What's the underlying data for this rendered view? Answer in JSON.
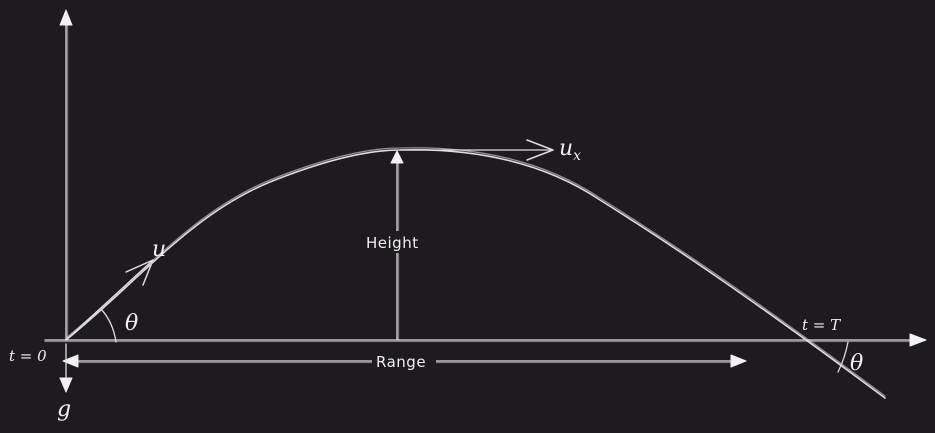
{
  "diagram": {
    "colors": {
      "background": "#1e1b1f",
      "stroke": "#dcdcdc"
    },
    "labels": {
      "velocity": "u",
      "horizontal_velocity_base": "u",
      "horizontal_velocity_sub": "x",
      "launch_angle": "θ",
      "impact_angle": "θ",
      "start_time": "t = 0",
      "end_time": "t = T",
      "gravity": "g",
      "height": "Height",
      "range": "Range"
    },
    "icons": [
      "arrow-head",
      "open-arrow-head"
    ]
  }
}
